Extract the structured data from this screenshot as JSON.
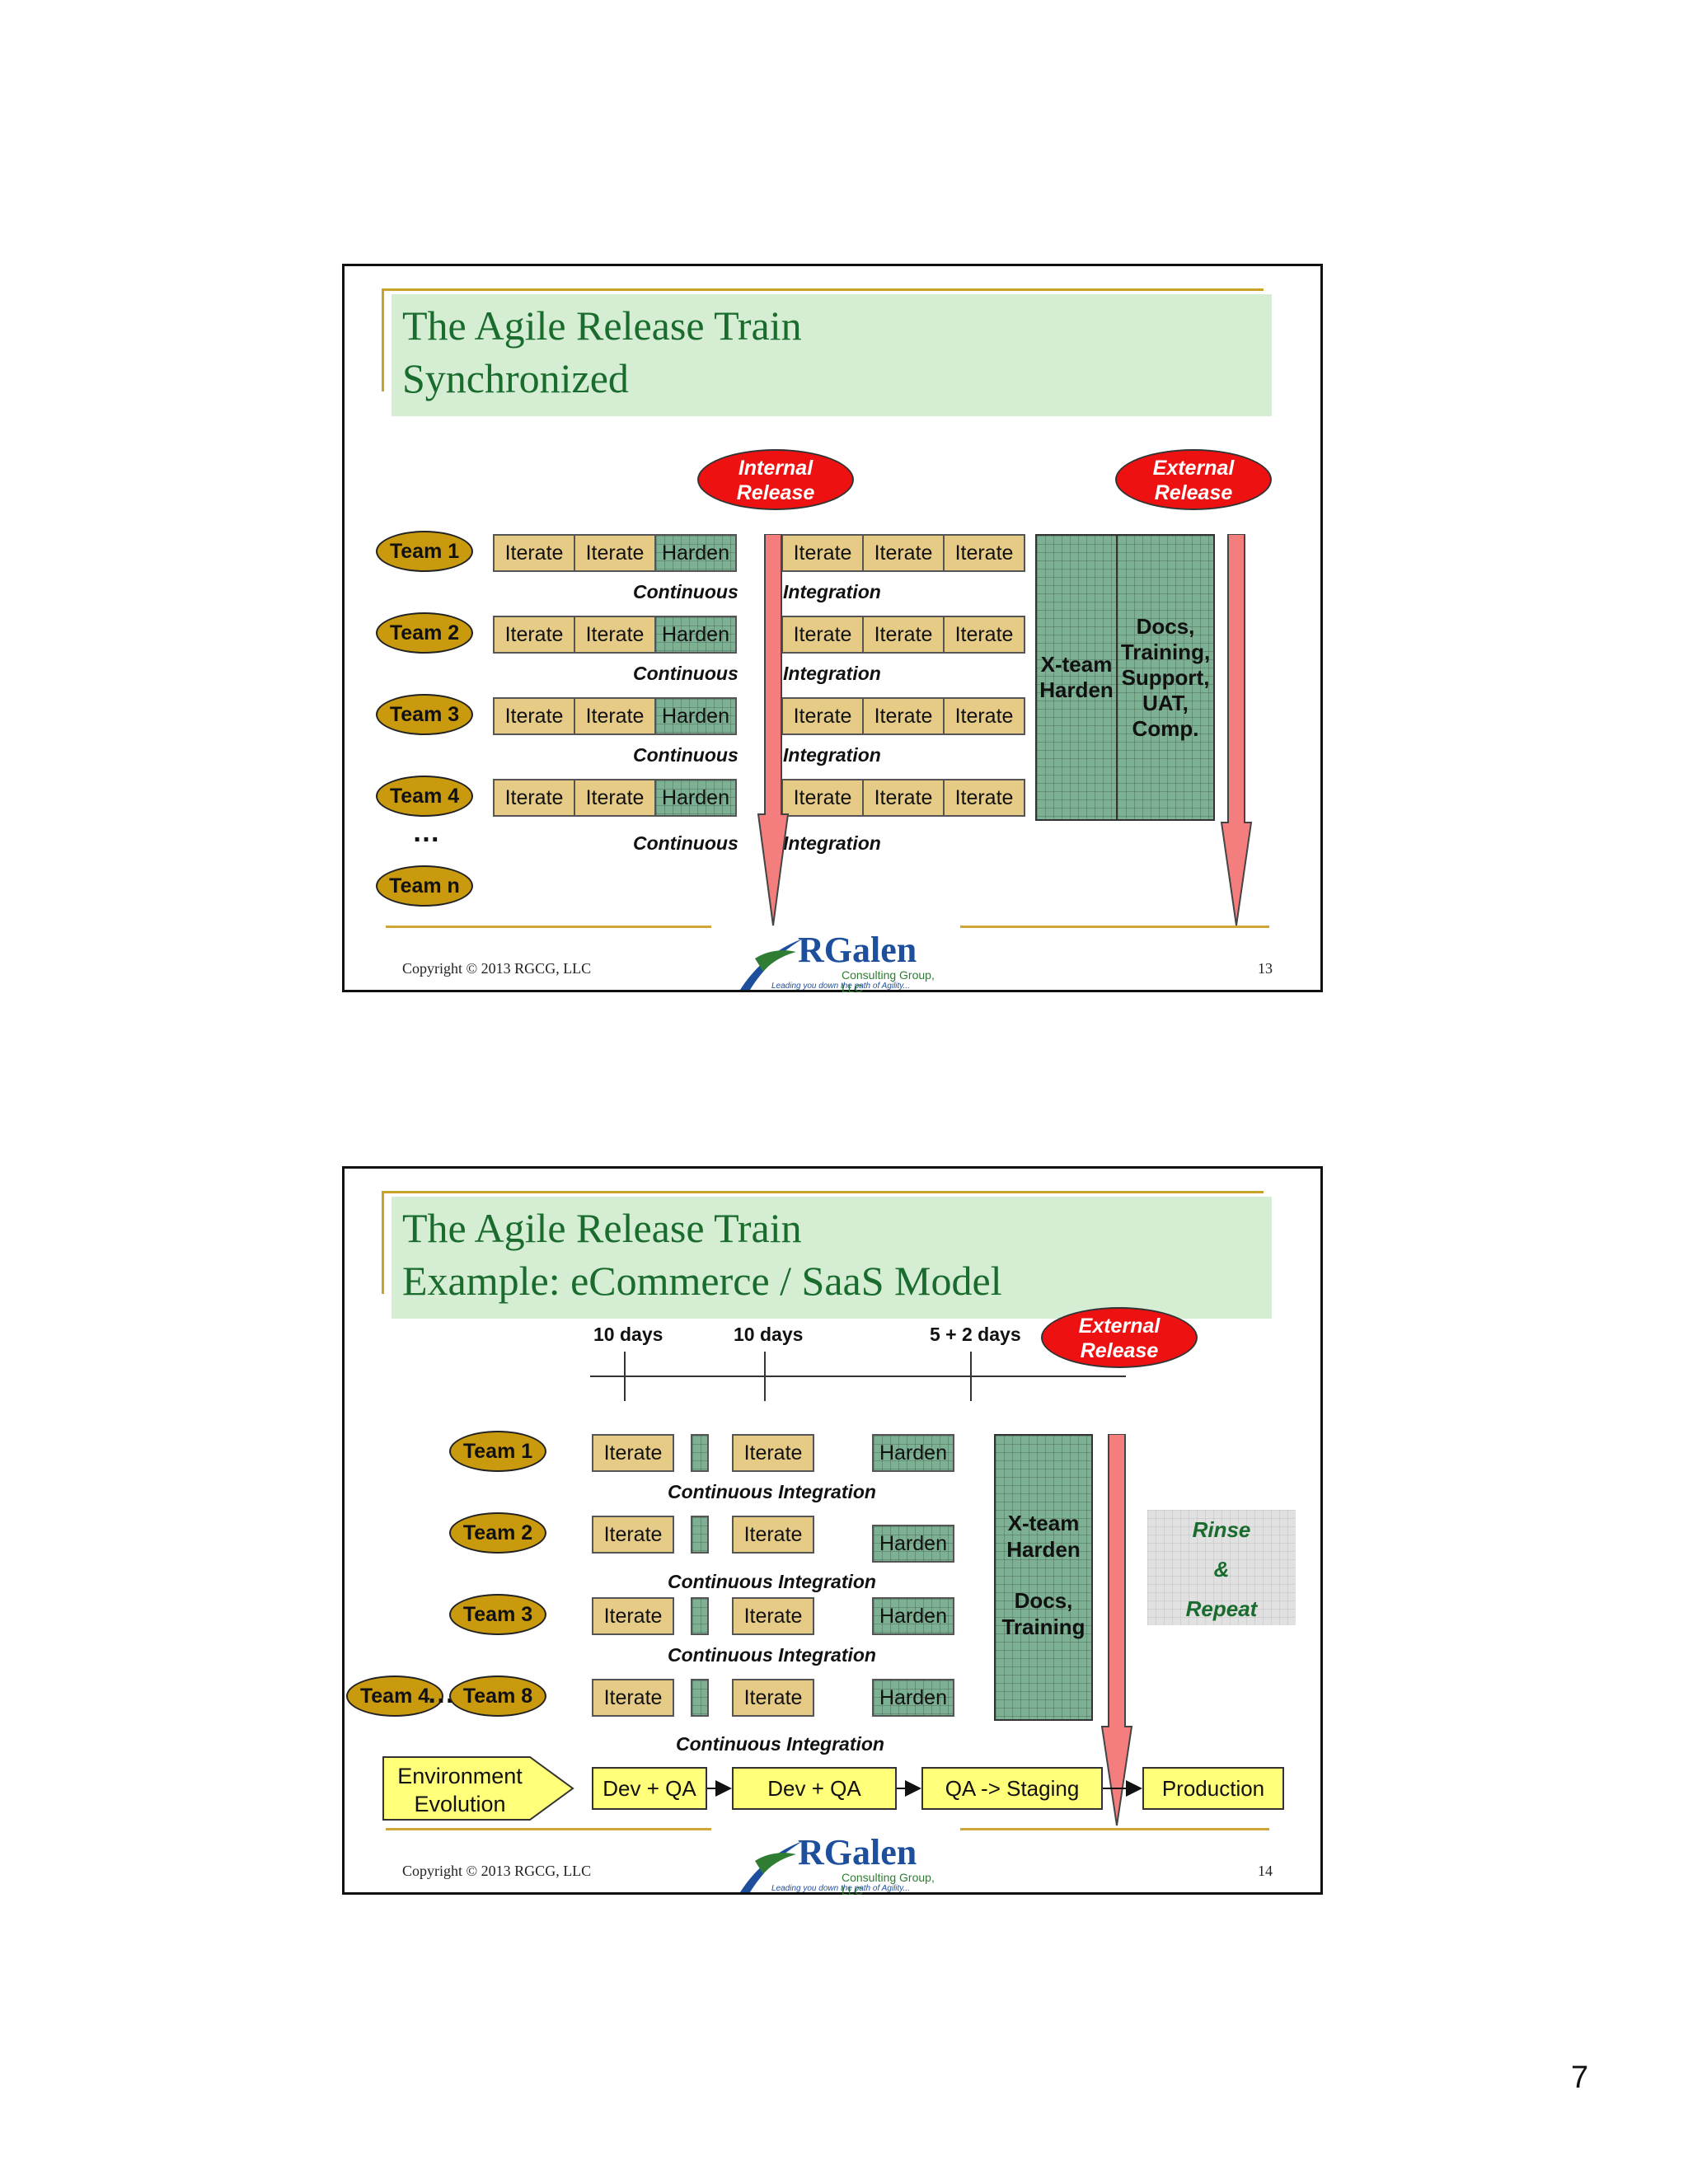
{
  "slide1": {
    "title_line1": "The Agile Release Train",
    "title_line2": "Synchronized",
    "internal_release": [
      "Internal",
      "Release"
    ],
    "external_release": [
      "External",
      "Release"
    ],
    "teams": [
      "Team 1",
      "Team 2",
      "Team 3",
      "Team 4",
      "Team n"
    ],
    "ellipsis": "…",
    "rows": [
      [
        "Iterate",
        "Iterate",
        "Harden",
        "Iterate",
        "Iterate",
        "Iterate"
      ],
      [
        "Iterate",
        "Iterate",
        "Harden",
        "Iterate",
        "Iterate",
        "Iterate"
      ],
      [
        "Iterate",
        "Iterate",
        "Harden",
        "Iterate",
        "Iterate",
        "Iterate"
      ],
      [
        "Iterate",
        "Iterate",
        "Harden",
        "Iterate",
        "Iterate",
        "Iterate"
      ]
    ],
    "ci_left": "Continuous",
    "ci_right": "Integration",
    "xteam": [
      "X-team",
      "Harden"
    ],
    "docs": [
      "Docs,",
      "Training,",
      "Support,",
      "UAT,",
      "Comp."
    ],
    "copyright": "Copyright © 2013 RGCG, LLC",
    "page": "13"
  },
  "slide2": {
    "title_line1": "The Agile Release Train",
    "title_line2": "Example: eCommerce / SaaS Model",
    "durations": [
      "10 days",
      "10 days",
      "5 + 2 days"
    ],
    "external_release": [
      "External",
      "Release"
    ],
    "teams": [
      "Team 1",
      "Team 2",
      "Team 3",
      "Team 8"
    ],
    "team4": "Team 4",
    "ellipsis": "…",
    "iterate": "Iterate",
    "harden": "Harden",
    "ci": "Continuous Integration",
    "xteam": [
      "X-team",
      "Harden"
    ],
    "docs": [
      "Docs,",
      "Training"
    ],
    "rinse": [
      "Rinse",
      "&",
      "Repeat"
    ],
    "env": [
      "Environment",
      "Evolution"
    ],
    "pipeline": [
      "Dev + QA",
      "Dev + QA",
      "QA -> Staging",
      "Production"
    ],
    "copyright": "Copyright © 2013 RGCG, LLC",
    "page": "14"
  },
  "logo": {
    "name": "RGalen",
    "subtitle": "Consulting Group, LLC",
    "tagline": "Leading you down the path of Agility..."
  },
  "document_page_number": "7",
  "colors": {
    "title_green": "#1a6b2e",
    "title_band": "#d4edd3",
    "team_gold": "#c99a0e",
    "iterate_tan": "#e6cb86",
    "harden_green": "#7cb193",
    "release_red": "#ee1111",
    "arrow_pink": "#f47e7e",
    "env_yellow": "#ffff7a"
  }
}
